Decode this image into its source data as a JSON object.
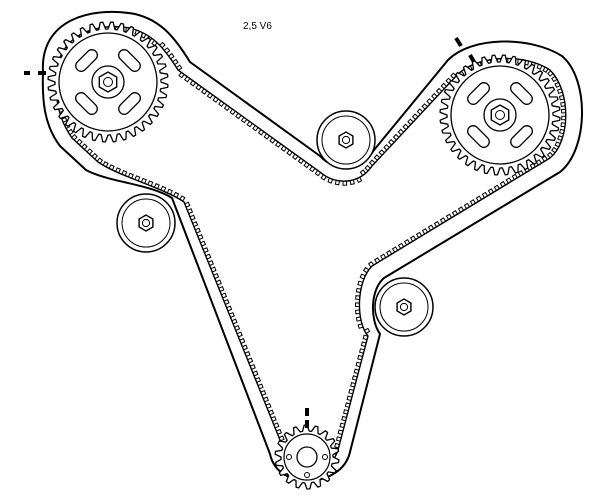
{
  "title": "2,5 V6",
  "components": [
    {
      "name": "left-camshaft-sprocket",
      "kind": "cam",
      "teeth": 36,
      "notches": 4,
      "nut": true
    },
    {
      "name": "right-camshaft-sprocket",
      "kind": "cam",
      "teeth": 36,
      "notches": 4,
      "nut": true
    },
    {
      "name": "upper-idler-pulley",
      "kind": "idler"
    },
    {
      "name": "left-idler-pulley",
      "kind": "idler"
    },
    {
      "name": "right-tensioner-pulley",
      "kind": "idler"
    },
    {
      "name": "crankshaft-sprocket",
      "kind": "crank",
      "teeth": 18
    }
  ],
  "timing_marks": [
    "left-cam-mark",
    "right-cam-mark",
    "crank-mark"
  ],
  "colors": {
    "line": "#000000",
    "background": "#ffffff"
  }
}
